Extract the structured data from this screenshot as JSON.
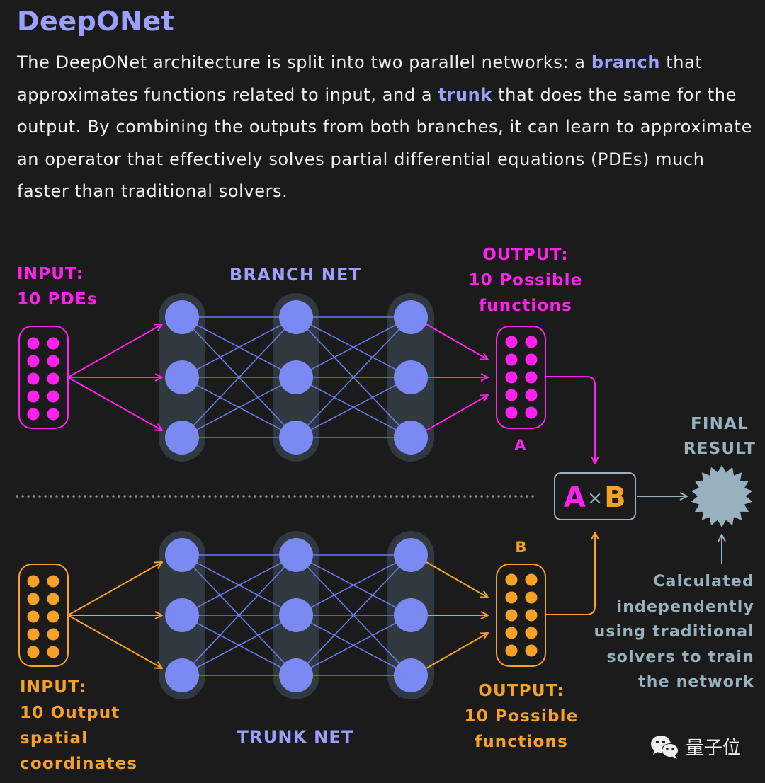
{
  "header": {
    "title": "DeepONet",
    "description": {
      "part1": "The DeepONet architecture is split into two parallel networks: a ",
      "branch": "branch",
      "part2": " that approximates functions related to input, and a ",
      "trunk": "trunk",
      "part3": " that does the same for the output. By combining the outputs from both branches, it can learn to approximate an operator that effectively solves partial differential equations (PDEs) much faster than traditional solvers."
    }
  },
  "colors": {
    "background": "#1b1b1b",
    "accent_purple": "#9ba0ff",
    "node": "#7b8af2",
    "connection": "#6a78ea",
    "layer_band": "#303840",
    "branch_magenta": "#ff22ee",
    "trunk_orange": "#f7a128",
    "result_gray": "#97b1be"
  },
  "branch": {
    "input_label": [
      "INPUT:",
      "10 PDEs"
    ],
    "net_label": "BRANCH NET",
    "output_label": [
      "OUTPUT:",
      "10 Possible",
      "functions"
    ],
    "output_tag": "A",
    "input_count": 10,
    "output_count": 10
  },
  "trunk": {
    "input_label": [
      "INPUT:",
      "10 Output",
      "spatial",
      "coordinates"
    ],
    "net_label": "TRUNK NET",
    "output_label": [
      "OUTPUT:",
      "10 Possible",
      "functions"
    ],
    "output_tag": "B",
    "input_count": 10,
    "output_count": 10
  },
  "network": {
    "layers": 3,
    "nodes_per_layer": 3
  },
  "combine": {
    "a": "A",
    "op": "×",
    "b": "B"
  },
  "final_result": {
    "label": [
      "FINAL",
      "RESULT"
    ],
    "note": [
      "Calculated",
      "independently",
      "using traditional",
      "solvers to train",
      "the network"
    ]
  },
  "watermark": {
    "icon": "wechat-icon",
    "text": "量子位"
  }
}
